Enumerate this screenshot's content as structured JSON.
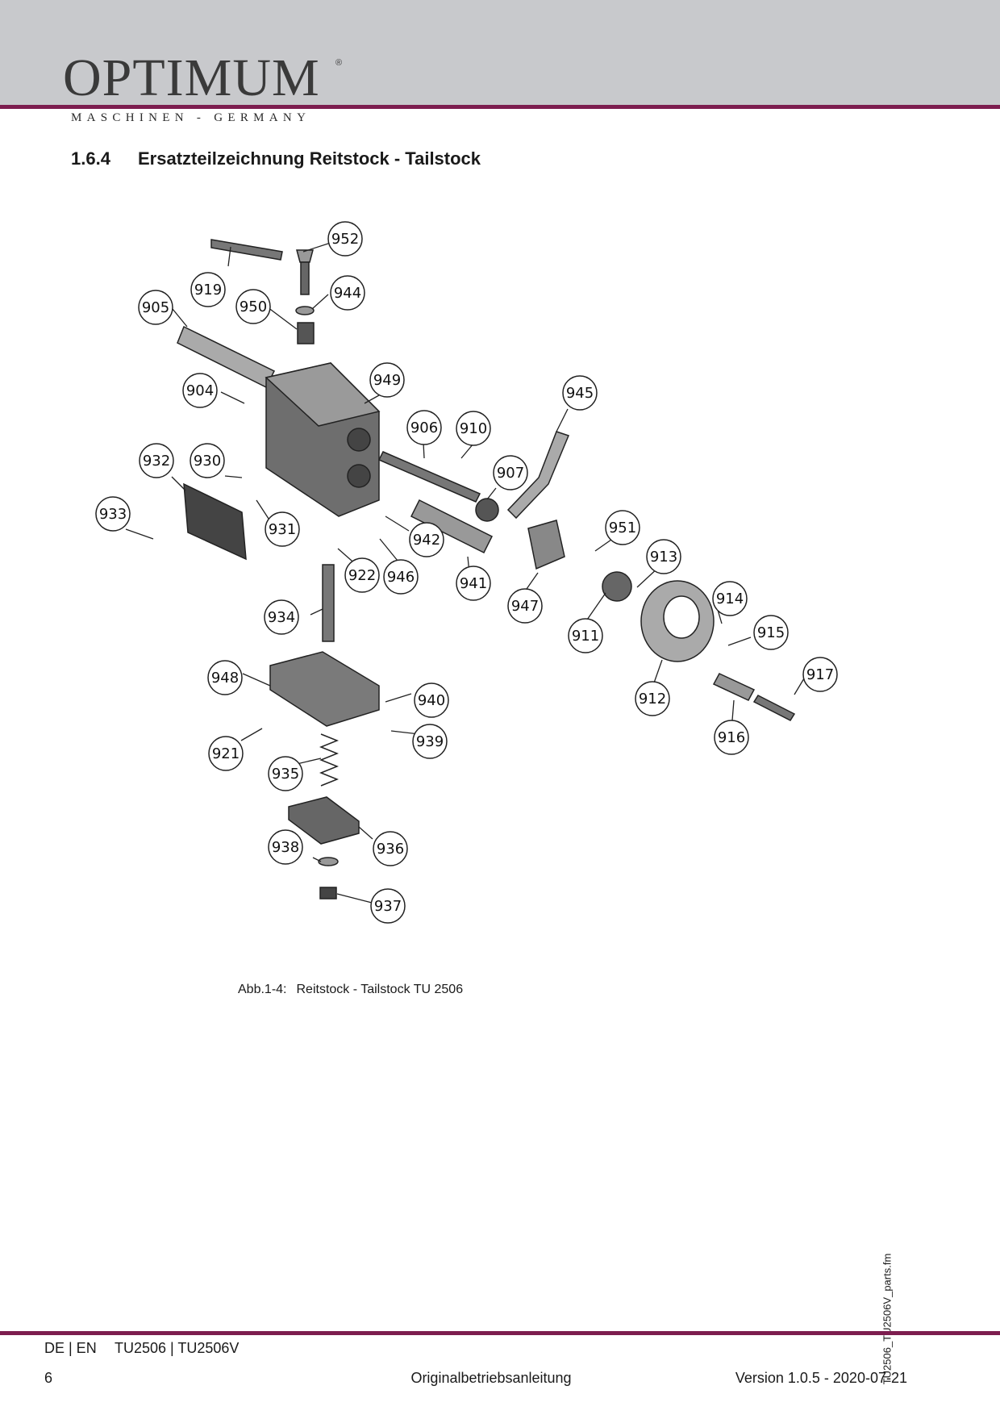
{
  "header": {
    "logo_text": "OPTIMUM",
    "logo_mark": "®",
    "tagline": "MASCHINEN - GERMANY"
  },
  "section": {
    "number": "1.6.4",
    "title": "Ersatzteilzeichnung Reitstock - Tailstock"
  },
  "figure": {
    "caption_label": "Abb.1-4:",
    "caption_text": "Reitstock - Tailstock TU 2506",
    "part_numbers": [
      "952",
      "919",
      "944",
      "905",
      "950",
      "904",
      "949",
      "945",
      "906",
      "910",
      "907",
      "932",
      "930",
      "933",
      "931",
      "942",
      "951",
      "922",
      "946",
      "941",
      "913",
      "947",
      "914",
      "934",
      "911",
      "915",
      "948",
      "940",
      "912",
      "917",
      "939",
      "921",
      "916",
      "935",
      "938",
      "936",
      "937"
    ]
  },
  "side_note": "TU2506_TU2506V_parts.fm",
  "footer": {
    "language": "DE | EN",
    "model": "TU2506 | TU2506V",
    "page": "6",
    "document": "Originalbetriebsanleitung",
    "version": "Version 1.0.5 - 2020-07-21"
  },
  "colors": {
    "header_band": "#c8c9cc",
    "accent_rule": "#7d1d4f"
  }
}
